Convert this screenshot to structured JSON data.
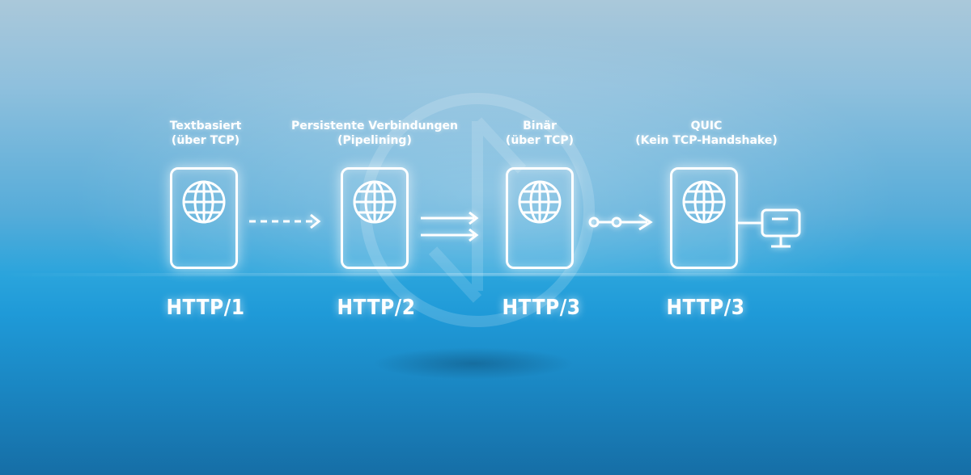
{
  "steps": [
    {
      "caption_line1": "Textbasiert",
      "caption_line2": "(über TCP)",
      "label": "HTTP/1"
    },
    {
      "caption_line1": "Persistente Verbindungen",
      "caption_line2": "(Pipelining)",
      "label": "HTTP/2"
    },
    {
      "caption_line1": "Binär",
      "caption_line2": "(über TCP)",
      "label": "HTTP/3"
    },
    {
      "caption_line1": "QUIC",
      "caption_line2": "(Kein TCP-Handshake)",
      "label": "HTTP/3"
    }
  ],
  "connectors": [
    "dashed-arrow",
    "double-arrow",
    "dotted-node-arrow"
  ],
  "icons": [
    "globe-icon",
    "monitor-icon"
  ],
  "colors": {
    "foreground": "#ffffff",
    "background_top": "#aac8da",
    "background_bottom": "#166ea6"
  }
}
